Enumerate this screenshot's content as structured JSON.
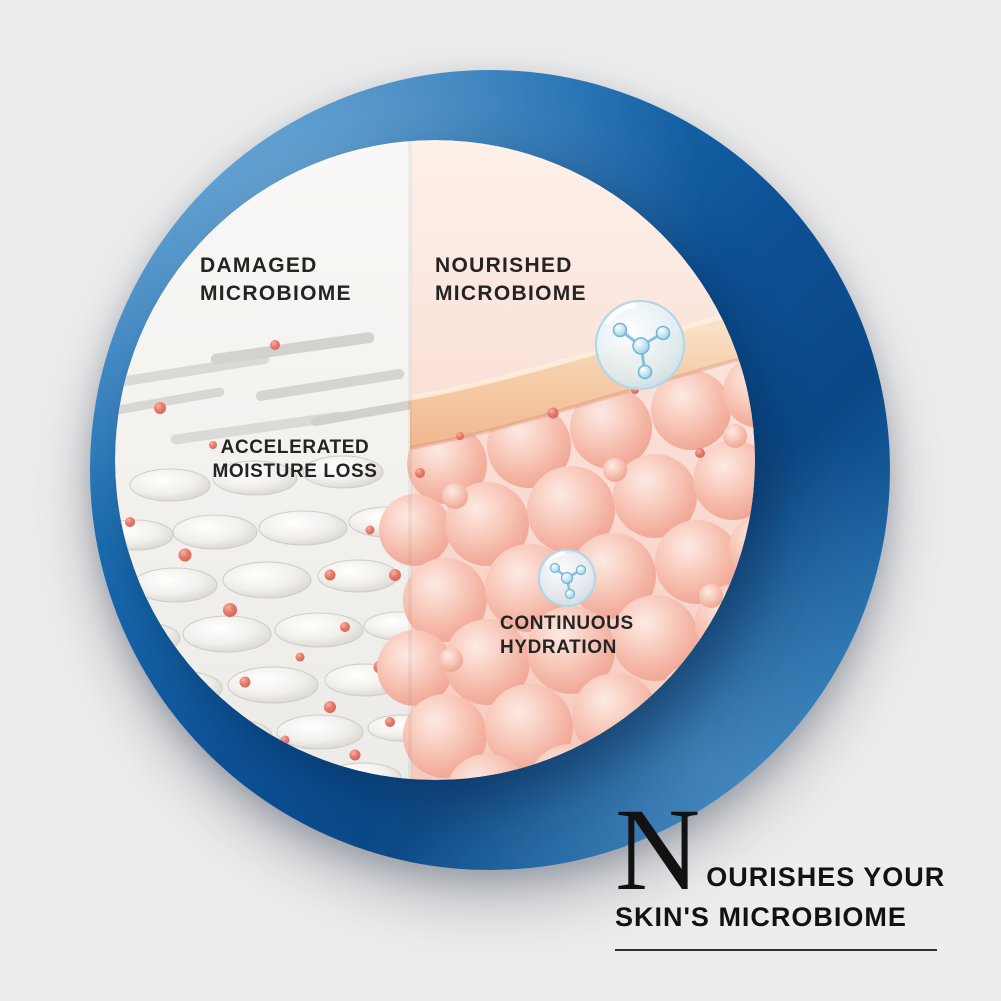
{
  "page": {
    "background_color": "#ededed"
  },
  "comparison": {
    "left": {
      "title": [
        "DAMAGED",
        "MICROBIOME"
      ],
      "caption": [
        "ACCELERATED",
        "MOISTURE LOSS"
      ]
    },
    "right": {
      "title": [
        "NOURISHED",
        "MICROBIOME"
      ],
      "caption": [
        "CONTINUOUS",
        "HYDRATION"
      ]
    }
  },
  "tagline": {
    "initial": "N",
    "line1_rest": "OURISHES YOUR",
    "line2": "SKIN'S MICROBIOME"
  },
  "icons": [
    {
      "name": "molecule-bubble-icon-large",
      "depicts": "hydration molecule inside a bubble"
    },
    {
      "name": "molecule-bubble-icon-small",
      "depicts": "hydration molecule inside a bubble"
    }
  ],
  "palette": {
    "ring_blue": "#0d5195",
    "ring_highlight": "#4697d4",
    "damaged_side_bg": "#f4f2ef",
    "nourished_side_bg": "#fadfd6",
    "cell_pink": "#f3af9e",
    "droplet_red": "#dd6354",
    "bubble_blue": "#a9d6ea",
    "skin_band": "#f6cda9",
    "text_dark": "#242424"
  }
}
